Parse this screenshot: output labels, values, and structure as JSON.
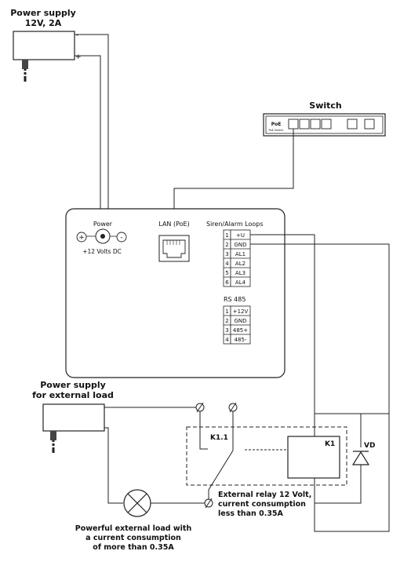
{
  "power_supply_top": {
    "title_line1": "Power supply",
    "title_line2": "12V, 2A",
    "minus": "-",
    "plus": "+"
  },
  "switch": {
    "title": "Switch",
    "poe_label": "PoE",
    "poe_sub": "PoE Switch"
  },
  "controller": {
    "power": {
      "label": "Power",
      "voltage": "+12 Volts DC",
      "plus_symbol": "+",
      "minus_symbol": "-"
    },
    "lan": {
      "label": "LAN (PoE)"
    },
    "siren": {
      "label": "Siren/Alarm Loops",
      "rows": [
        {
          "num": "1",
          "name": "+U"
        },
        {
          "num": "2",
          "name": "GND"
        },
        {
          "num": "3",
          "name": "AL1"
        },
        {
          "num": "4",
          "name": "AL2"
        },
        {
          "num": "5",
          "name": "AL3"
        },
        {
          "num": "6",
          "name": "AL4"
        }
      ]
    },
    "rs485": {
      "label": "RS 485",
      "rows": [
        {
          "num": "1",
          "name": "+12V"
        },
        {
          "num": "2",
          "name": "GND"
        },
        {
          "num": "3",
          "name": "485+"
        },
        {
          "num": "4",
          "name": "485-"
        }
      ]
    }
  },
  "power_supply_external": {
    "title_line1": "Power supply",
    "title_line2": "for external load"
  },
  "relay": {
    "contact_label": "K1.1",
    "coil_label": "K1",
    "diode_label": "VD",
    "caption_line1": "External relay 12 Volt,",
    "caption_line2": "current consumption",
    "caption_line3": "less than 0.35A"
  },
  "load": {
    "caption_line1": "Powerful external load with",
    "caption_line2": "a current consumption",
    "caption_line3": "of more than 0.35A"
  }
}
